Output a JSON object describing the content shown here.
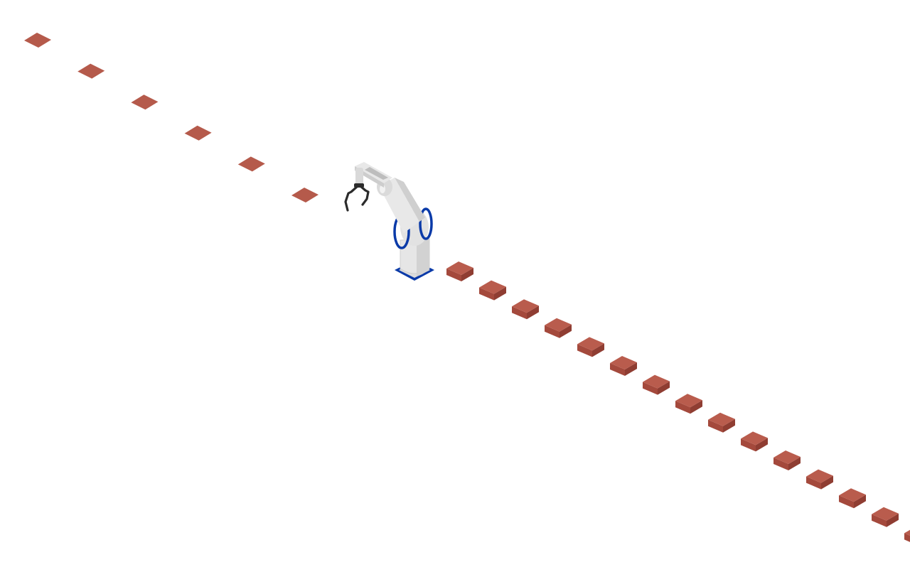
{
  "scene": {
    "description_title": "",
    "colors": {
      "background": "#ffffff",
      "brick": "#b95c4d",
      "robot_body": "#e8e8e8",
      "robot_accent": "#0a3aa8",
      "gripper": "#2b2b2b"
    },
    "placed_tiles_count": 6,
    "bricks_count": 15,
    "robot": {
      "icon": "robot-arm-icon",
      "gripper_state": "open"
    }
  }
}
